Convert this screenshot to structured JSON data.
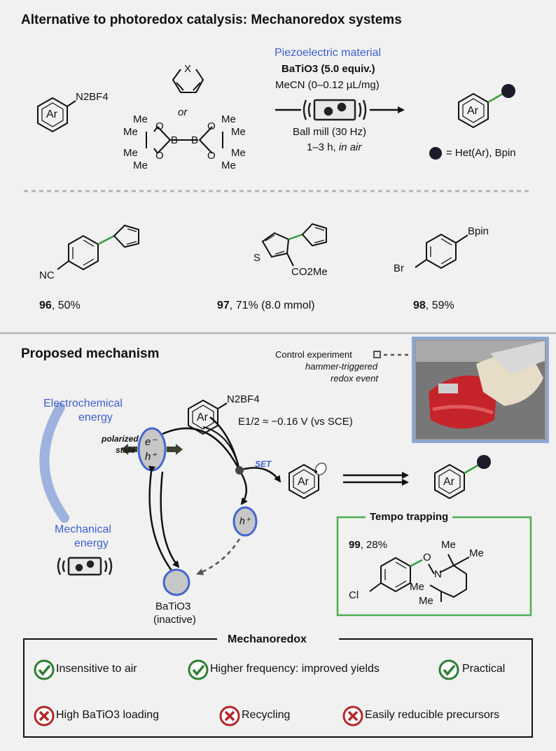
{
  "header": {
    "title": "Alternative to photoredox catalysis: Mechanoredox systems"
  },
  "reaction": {
    "reagent1": {
      "ring": "Ar",
      "substituent": "N2BF4"
    },
    "heterocycle_atom": "X",
    "or_text": "or",
    "b2pin2": {
      "me": "Me",
      "o": "O",
      "b": "B"
    },
    "conditions": {
      "catalyst_label": "Piezoelectric material",
      "catalyst": "BaTiO3 (5.0 equiv.)",
      "solvent": "MeCN (0–0.12 µL/mg)",
      "mill": "Ball mill (30 Hz)",
      "time": "1–3 h, ",
      "time_italic": "in air"
    },
    "product_ring": "Ar",
    "product_legend": "= Het(Ar), Bpin"
  },
  "examples": [
    {
      "number": "96",
      "yield": ", 50%",
      "substituent": "NC"
    },
    {
      "number": "97",
      "yield": ", 71% (8.0 mmol)",
      "hetero": "S",
      "ester": "CO2Me"
    },
    {
      "number": "98",
      "yield": ", 59%",
      "substituent": "Br",
      "boron": "Bpin"
    }
  ],
  "mechanism": {
    "title": "Proposed mechanism",
    "control_label": "Control experiment",
    "control_desc1": "hammer-triggered",
    "control_desc2": "redox event",
    "electrochemical_energy1": "Electrochemical",
    "electrochemical_energy2": "energy",
    "mechanical_energy1": "Mechanical",
    "mechanical_energy2": "energy",
    "polarized1": "polarized",
    "polarized2": "state",
    "electron": "e⁻",
    "hole": "h⁺",
    "diazonium_ring": "Ar",
    "diazonium_group": "N2BF4",
    "potential": "E1/2 ≈ −0.16 V (vs SCE)",
    "set_label": "SET",
    "radical_ring": "Ar",
    "product_ring": "Ar",
    "batio3_label": "BaTiO3",
    "inactive_label": "(inactive)",
    "tempo": {
      "title": "Tempo trapping",
      "number": "99",
      "yield": ", 28%",
      "cl": "Cl",
      "o": "O",
      "n": "N",
      "me": "Me"
    }
  },
  "summary": {
    "title": "Mechanoredox",
    "pros": [
      "Insensitive to air",
      "Higher frequency: improved yields",
      "Practical"
    ],
    "cons": [
      "High BaTiO3 loading",
      "Recycling",
      "Easily reducible precursors"
    ]
  },
  "colors": {
    "accent_blue": "#3d5fd0",
    "bond_green": "#3a9a3a",
    "check_green": "#2e7d32",
    "cross_red": "#b3262b",
    "frame_blue": "#8da7d8"
  }
}
